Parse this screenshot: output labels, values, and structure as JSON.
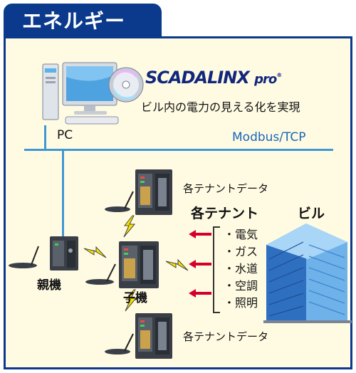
{
  "tab": {
    "title": "エネルギー"
  },
  "software": {
    "name": "SCADALINX",
    "suffix": "pro",
    "mark": "®",
    "tagline": "ビル内の電力の見える化を実現"
  },
  "pc_label": "PC",
  "network_label": "Modbus/TCP",
  "parent_label": "親機",
  "child_label": "子機",
  "tenant_data_top": "各テナントデータ",
  "tenant_data_bottom": "各テナントデータ",
  "tenants_label": "各テナント",
  "building_label": "ビル",
  "utilities": [
    "電気",
    "ガス",
    "水道",
    "空調",
    "照明"
  ],
  "colors": {
    "frame": "#0b3a8c",
    "panel": "#fffbe3",
    "bus": "#3f98d4",
    "arrow": "#d4002a",
    "bolt": "#f7e300"
  }
}
